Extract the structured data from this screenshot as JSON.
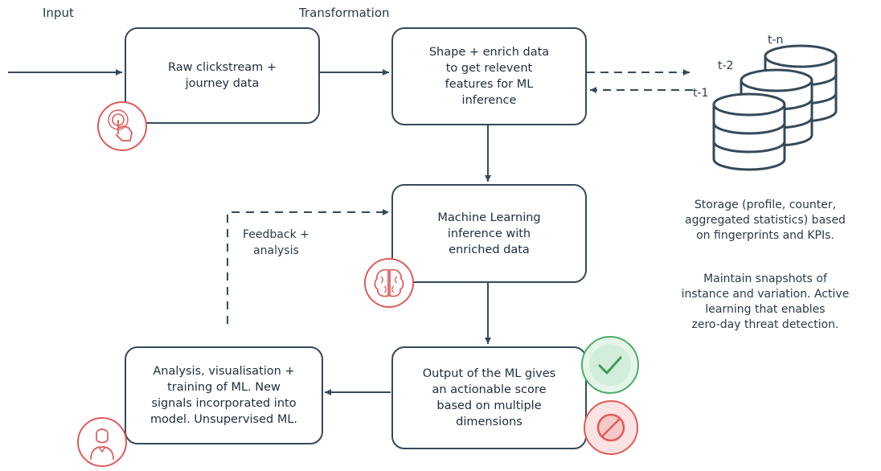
{
  "headings": {
    "input": "Input",
    "transformation": "Transformation"
  },
  "boxes": {
    "raw": "Raw clickstream +\njourney data",
    "shape": "Shape + enrich data\nto get relevent\nfeatures for ML\ninference",
    "ml": "Machine Learning\ninference with\nenriched data",
    "output": "Output of the ML gives\nan actionable score\nbased on multiple\ndimensions",
    "analysis": "Analysis, visualisation +\ntraining of ML. New\nsignals incorporated into\nmodel. Unsupervised ML."
  },
  "feedback": "Feedback +\nanalysis",
  "storage": {
    "labels": {
      "tn": "t-n",
      "t2": "t-2",
      "t1": "t-1"
    },
    "description_1": "Storage (profile, counter,\naggregated statistics) based\non fingerprints and KPIs.",
    "description_2": "Maintain snapshots of\ninstance and variation. Active\nlearning that enables\nzero-day threat detection."
  },
  "icons": [
    "touch-icon",
    "brain-icon",
    "check-icon",
    "block-icon",
    "user-icon",
    "database-icon"
  ],
  "colors": {
    "line": "#344a5a",
    "accent_red": "#e05a5a",
    "accent_green": "#4caf6a"
  }
}
